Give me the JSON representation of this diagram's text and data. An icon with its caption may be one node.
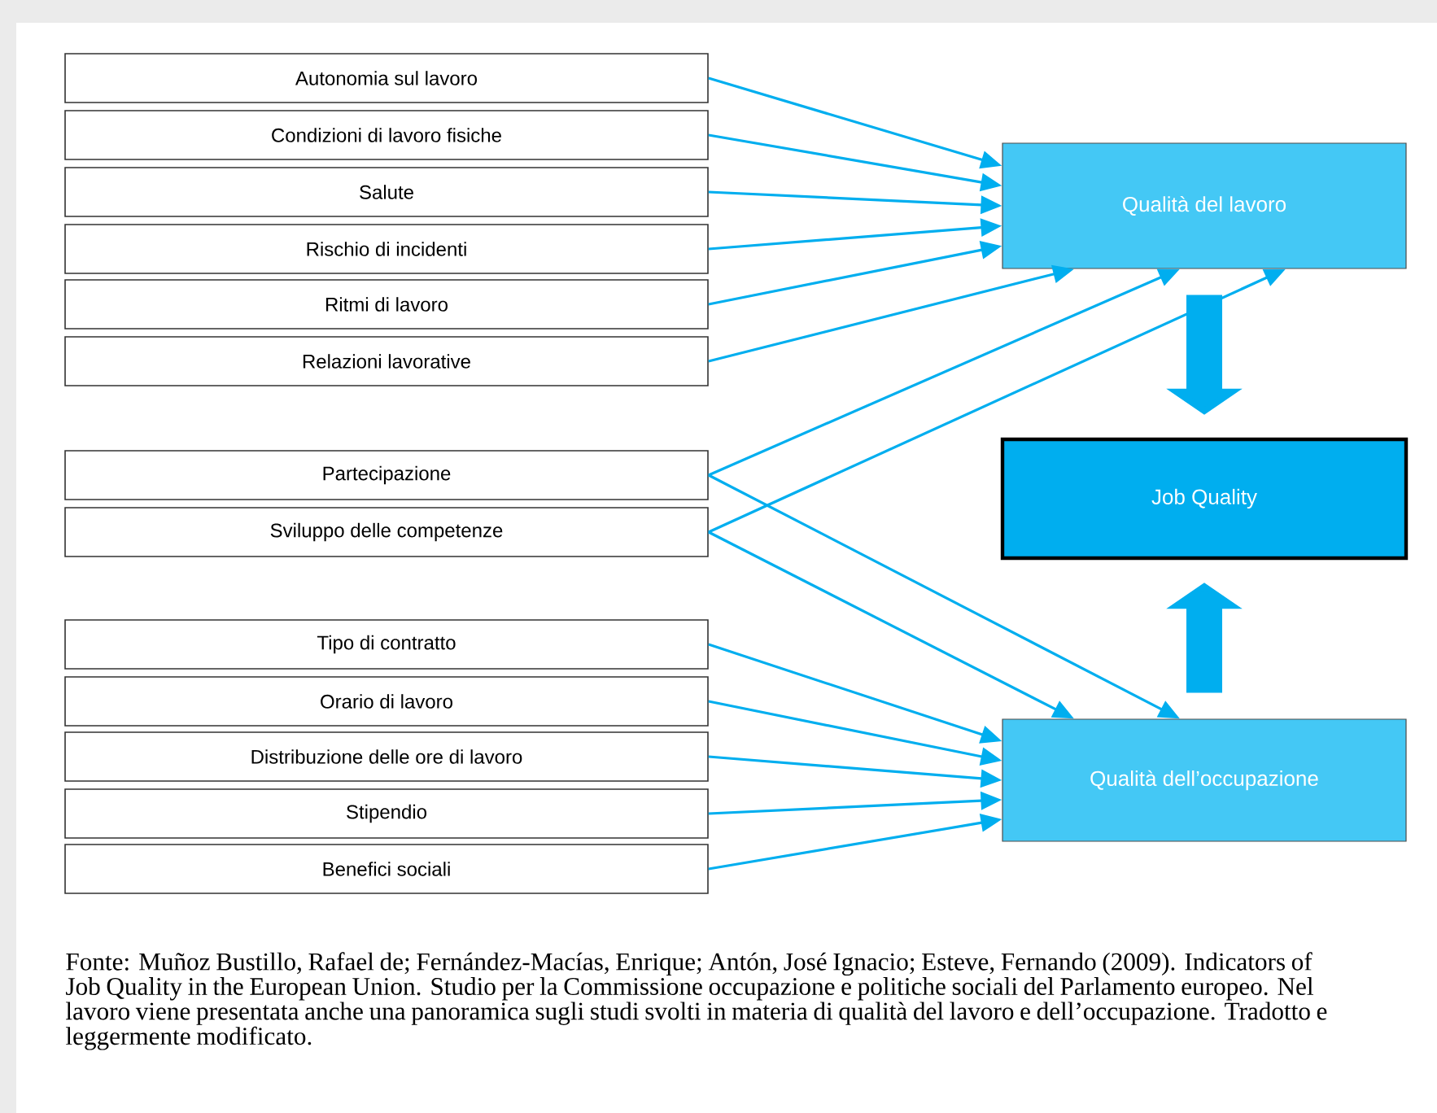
{
  "diagram": {
    "caption": "Fonte: Muñoz Bustillo, Rafael de; Fernández-Macías, Enrique; Antón, José Ignacio; Esteve, Fernando (2009). Indicators of Job Quality in the European Union. Studio per la Commissione occupazione e politiche sociali del Parlamento europeo. Nel lavoro viene presentata anche una panoramica sugli studi svolti in materia di qualità del lavoro e dell’occupazione. Tradotto e leggermente modificato.",
    "nodes": [
      {
        "text": [
          "Autonomia sul lavoro"
        ]
      },
      {
        "text": [
          "Condizioni di lavoro fisiche"
        ]
      },
      {
        "text": [
          "Salute"
        ]
      },
      {
        "text": [
          "Rischio di incidenti"
        ]
      },
      {
        "text": [
          "Ritmi di lavoro"
        ]
      },
      {
        "text": [
          "Relazioni lavorative"
        ]
      },
      {
        "text": [
          "Partecipazione"
        ]
      },
      {
        "text": [
          "Sviluppo delle competenze"
        ]
      },
      {
        "text": [
          "Tipo di contratto"
        ]
      },
      {
        "text": [
          "Orario di lavoro"
        ]
      },
      {
        "text": [
          "Distribuzione delle ore di lavoro"
        ]
      },
      {
        "text": [
          "Stipendio"
        ]
      },
      {
        "text": [
          "Benefici sociali"
        ]
      },
      {
        "text": [
          "Qualità del lavoro"
        ]
      },
      {
        "text": [
          "Job Quality"
        ]
      },
      {
        "text": [
          "Qualità dell’occupazione"
        ]
      }
    ],
    "edges": [
      {
        "from": 0,
        "to": 13,
        "arrow": "to"
      },
      {
        "from": 1,
        "to": 13,
        "arrow": "to"
      },
      {
        "from": 2,
        "to": 13,
        "arrow": "to"
      },
      {
        "from": 3,
        "to": 13,
        "arrow": "to"
      },
      {
        "from": 4,
        "to": 13,
        "arrow": "to"
      },
      {
        "from": 5,
        "to": 13,
        "arrow": "to"
      },
      {
        "from": 6,
        "to": 13,
        "arrow": "to"
      },
      {
        "from": 7,
        "to": 13,
        "arrow": "to"
      },
      {
        "from": 6,
        "to": 15,
        "arrow": "to"
      },
      {
        "from": 7,
        "to": 15,
        "arrow": "to"
      },
      {
        "from": 8,
        "to": 15,
        "arrow": "to"
      },
      {
        "from": 9,
        "to": 15,
        "arrow": "to"
      },
      {
        "from": 10,
        "to": 15,
        "arrow": "to"
      },
      {
        "from": 11,
        "to": 15,
        "arrow": "to"
      },
      {
        "from": 12,
        "to": 15,
        "arrow": "to"
      },
      {
        "from": 13,
        "to": 14,
        "arrow": "to",
        "style": "thick"
      },
      {
        "from": 15,
        "to": 14,
        "arrow": "to",
        "style": "thick"
      }
    ]
  }
}
